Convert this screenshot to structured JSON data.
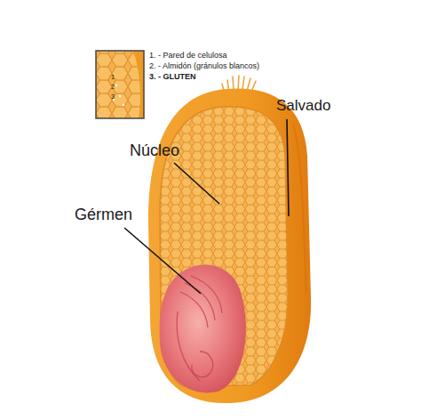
{
  "diagram": {
    "labels": [
      "1. - Pared de celulosa",
      "2. - Almidón (gránulos blancos)",
      "3. - GLUTEN",
      "Salvado",
      "Núcleo",
      "Gérmen",
      "1",
      "2",
      "3"
    ]
  }
}
